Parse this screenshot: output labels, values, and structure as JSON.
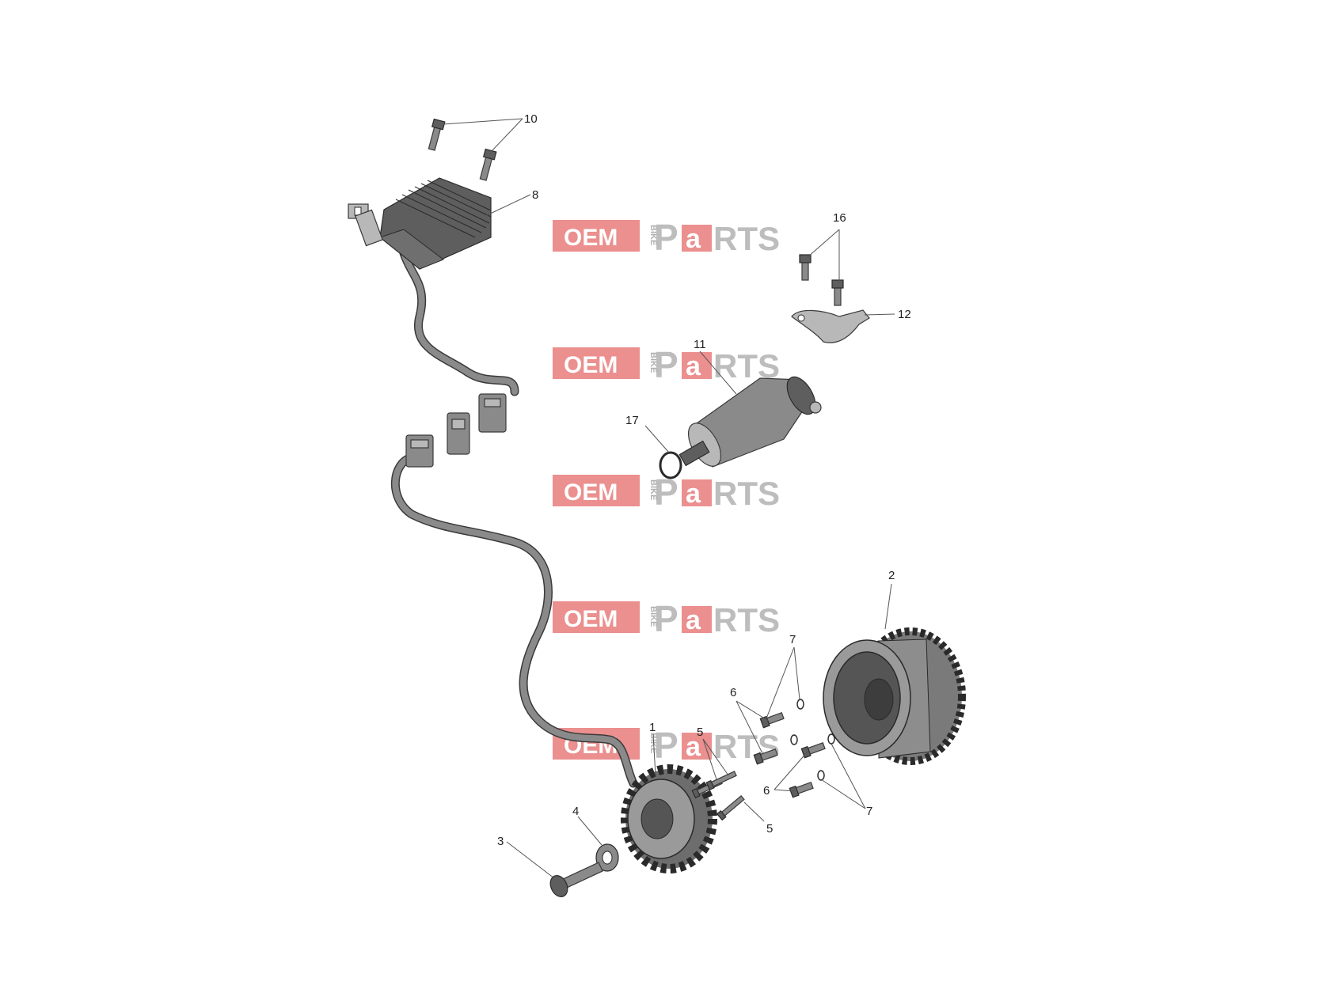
{
  "callouts": {
    "c1": "1",
    "c2": "2",
    "c3": "3",
    "c4": "4",
    "c5a": "5",
    "c5b": "5",
    "c6a": "6",
    "c6b": "6",
    "c7a": "7",
    "c7b": "7",
    "c8": "8",
    "c10": "10",
    "c11": "11",
    "c12": "12",
    "c16": "16",
    "c17": "17"
  },
  "watermark": {
    "oem": "OEM",
    "bike": "BIKE",
    "p": "P",
    "a": "a",
    "rts": "RTS"
  },
  "colors": {
    "watermark_red": "#e87b7b",
    "part_gray": "#8a8a8a",
    "outline": "#3a3a3a"
  }
}
